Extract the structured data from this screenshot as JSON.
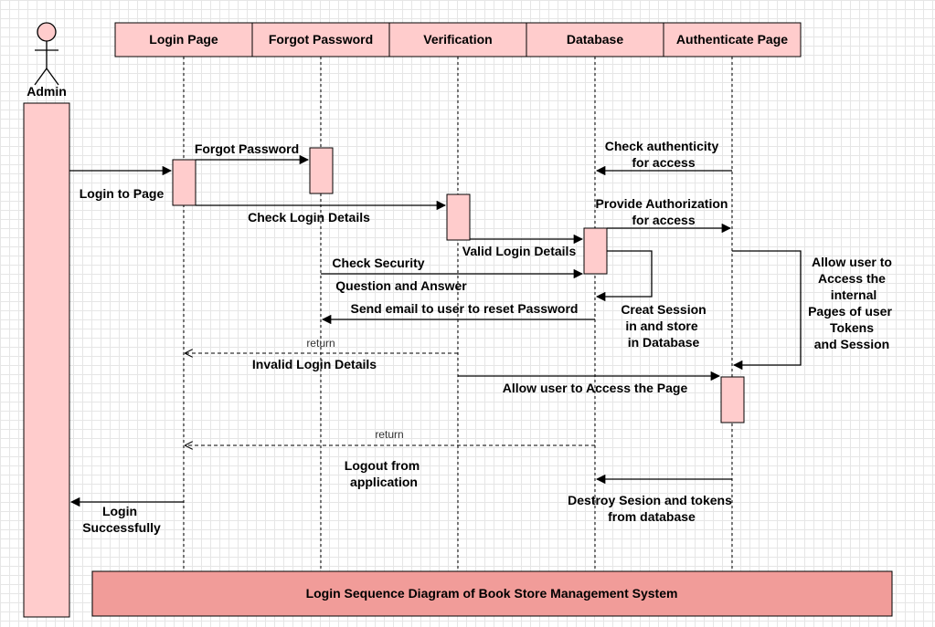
{
  "actor": {
    "name": "Admin"
  },
  "lifelines": [
    {
      "label": "Login Page"
    },
    {
      "label": "Forgot Password"
    },
    {
      "label": "Verification"
    },
    {
      "label": "Database"
    },
    {
      "label": "Authenticate Page"
    }
  ],
  "messages": {
    "forgot_password": "Forgot Password",
    "login_to_page": "Login to Page",
    "check_login_details": "Check Login Details",
    "check_authenticity": [
      "Check authenticity",
      "for access"
    ],
    "provide_authorization": [
      "Provide Authorization",
      "for access"
    ],
    "valid_login_details": "Valid Login Details",
    "check_security": "Check Security",
    "question_and_answer": "Question and Answer",
    "send_email": "Send email to user to reset Password",
    "creat_session": [
      "Creat Session",
      "in and store",
      "in Database"
    ],
    "allow_user_internal": [
      "Allow user to",
      "Access the",
      "internal",
      "Pages of user",
      "Tokens",
      "and Session"
    ],
    "return_1": "return",
    "invalid_login_details": "Invalid Login Details",
    "allow_access_page": "Allow user to Access the Page",
    "return_2": "return",
    "logout": [
      "Logout from",
      "application"
    ],
    "destroy_session": [
      "Destroy Sesion and tokens",
      "from database"
    ],
    "login_successfully": [
      "Login",
      "Successfully"
    ]
  },
  "title": "Login Sequence Diagram of Book Store Management System",
  "colors": {
    "header_fill": "#ffcccc",
    "activation_fill": "#ffcccc",
    "title_fill": "#f19c99",
    "stroke": "#000000",
    "actor_head_fill": "#ffcccc"
  }
}
